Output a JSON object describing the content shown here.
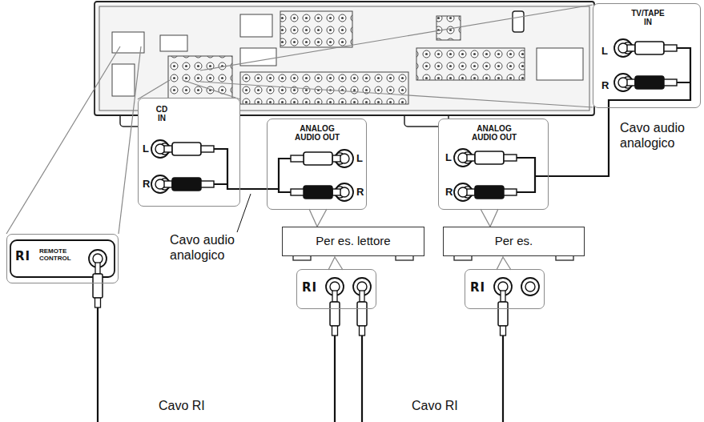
{
  "diagram": {
    "nodes": [
      {
        "text": [
          "RI",
          "REMOTE CONTROL"
        ]
      },
      {
        "text": [
          "CD IN",
          "L",
          "R"
        ]
      },
      {
        "text": [
          "ANALOG AUDIO OUT",
          "L",
          "R"
        ]
      },
      {
        "text": [
          "Per es. lettore"
        ]
      },
      {
        "text": [
          "RI"
        ]
      },
      {
        "text": [
          "TV/TAPE IN",
          "L",
          "R"
        ]
      },
      {
        "text": [
          "ANALOG AUDIO OUT",
          "L",
          "R"
        ]
      },
      {
        "text": [
          "Per es."
        ]
      },
      {
        "text": [
          "RI"
        ]
      }
    ],
    "edges": [
      {
        "from": 1,
        "to": 2,
        "arrow": "none",
        "label": "Cavo audio analogico"
      },
      {
        "from": 5,
        "to": 6,
        "arrow": "none",
        "label": "Cavo audio analogico"
      }
    ],
    "labels": [
      "Cavo RI",
      "Cavo RI"
    ]
  }
}
